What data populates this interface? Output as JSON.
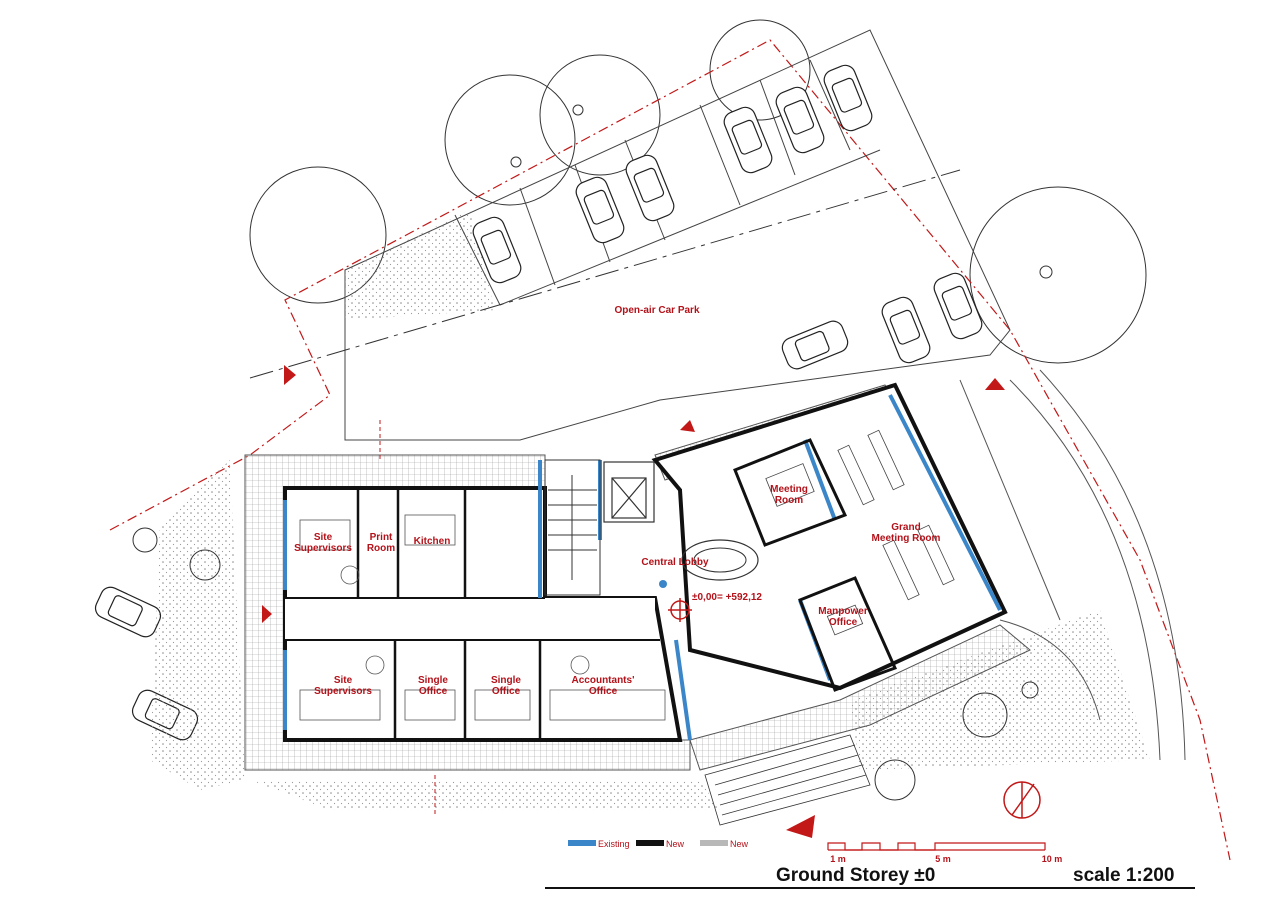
{
  "drawing": {
    "title": "Ground Storey ±0",
    "scale": "scale 1:200",
    "level_mark": "±0,00= +592,12",
    "carpark": "Open-air Car Park"
  },
  "rooms": {
    "site_supervisors_top": [
      "Site",
      "Supervisors"
    ],
    "print_room": [
      "Print",
      "Room"
    ],
    "kitchen": [
      "Kitchen"
    ],
    "central_lobby": [
      "Central Lobby"
    ],
    "meeting_room": [
      "Meeting",
      "Room"
    ],
    "grand_meeting_room": [
      "Grand",
      "Meeting Room"
    ],
    "manpower_office": [
      "Manpower",
      "Office"
    ],
    "site_supervisors_bottom": [
      "Site",
      "Supervisors"
    ],
    "single_office_1": [
      "Single",
      "Office"
    ],
    "single_office_2": [
      "Single",
      "Office"
    ],
    "accountants_office": [
      "Accountants'",
      "Office"
    ]
  },
  "legend": [
    {
      "label": "Existing",
      "color": "#3a86c8"
    },
    {
      "label": "New",
      "color": "#111111"
    },
    {
      "label": "New",
      "color": "#b8b8b8"
    }
  ],
  "scalebar": {
    "labels": [
      "1 m",
      "5 m",
      "10 m"
    ]
  },
  "colors": {
    "accent": "#b3121a",
    "existing_wall": "#3a86c8",
    "new_wall": "#111111",
    "paving": "#c9c9c9"
  }
}
